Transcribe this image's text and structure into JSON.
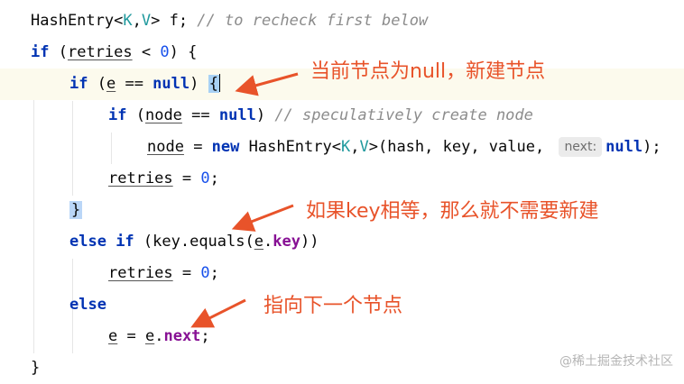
{
  "code": {
    "l1": {
      "type": "HashEntry<",
      "k": "K",
      "comma": ",",
      "v": "V",
      "rest": "> f; ",
      "comment": "// to recheck first below"
    },
    "l2": {
      "kw": "if",
      "open": " (",
      "var": "retries",
      "op": " < ",
      "num": "0",
      "close": ") {"
    },
    "l3": {
      "kw": "if",
      "open": " (",
      "var": "e",
      "op": " == ",
      "kwnull": "null",
      "close": ") ",
      "brace": "{"
    },
    "l4": {
      "kw": "if",
      "open": " (",
      "var": "node",
      "op": " == ",
      "kwnull": "null",
      "close": ") ",
      "comment": "// speculatively create node"
    },
    "l5": {
      "var": "node",
      "op": " = ",
      "kwnew": "new",
      "type": " HashEntry<",
      "k": "K",
      "comma": ",",
      "v": "V",
      "args": ">(hash, key, value, ",
      "hint": "next:",
      "kwnull": "null",
      "end": ");"
    },
    "l6": {
      "var": "retries",
      "op": " = ",
      "num": "0",
      "end": ";"
    },
    "l7": {
      "brace": "}"
    },
    "l8": {
      "kwelse": "else",
      "kwif": " if",
      "open": " (key.equals(",
      "var": "e",
      "dot": ".",
      "fld": "key",
      "close": "))"
    },
    "l9": {
      "var": "retries",
      "op": " = ",
      "num": "0",
      "end": ";"
    },
    "l10": {
      "kwelse": "else"
    },
    "l11": {
      "var": "e",
      "op": " = ",
      "var2": "e",
      "dot": ".",
      "fld": "next",
      "end": ";"
    },
    "l12": {
      "brace": "}"
    }
  },
  "annotations": {
    "a1": "当前节点为null，新建节点",
    "a2": "如果key相等，那么就不需要新建",
    "a3": "指向下一个节点"
  },
  "watermark": "@稀土掘金技术社区",
  "colors": {
    "annotation": "#e8532a",
    "keyword": "#0033b3",
    "comment": "#8c8c8c",
    "type_param": "#20999d",
    "field": "#871094"
  }
}
